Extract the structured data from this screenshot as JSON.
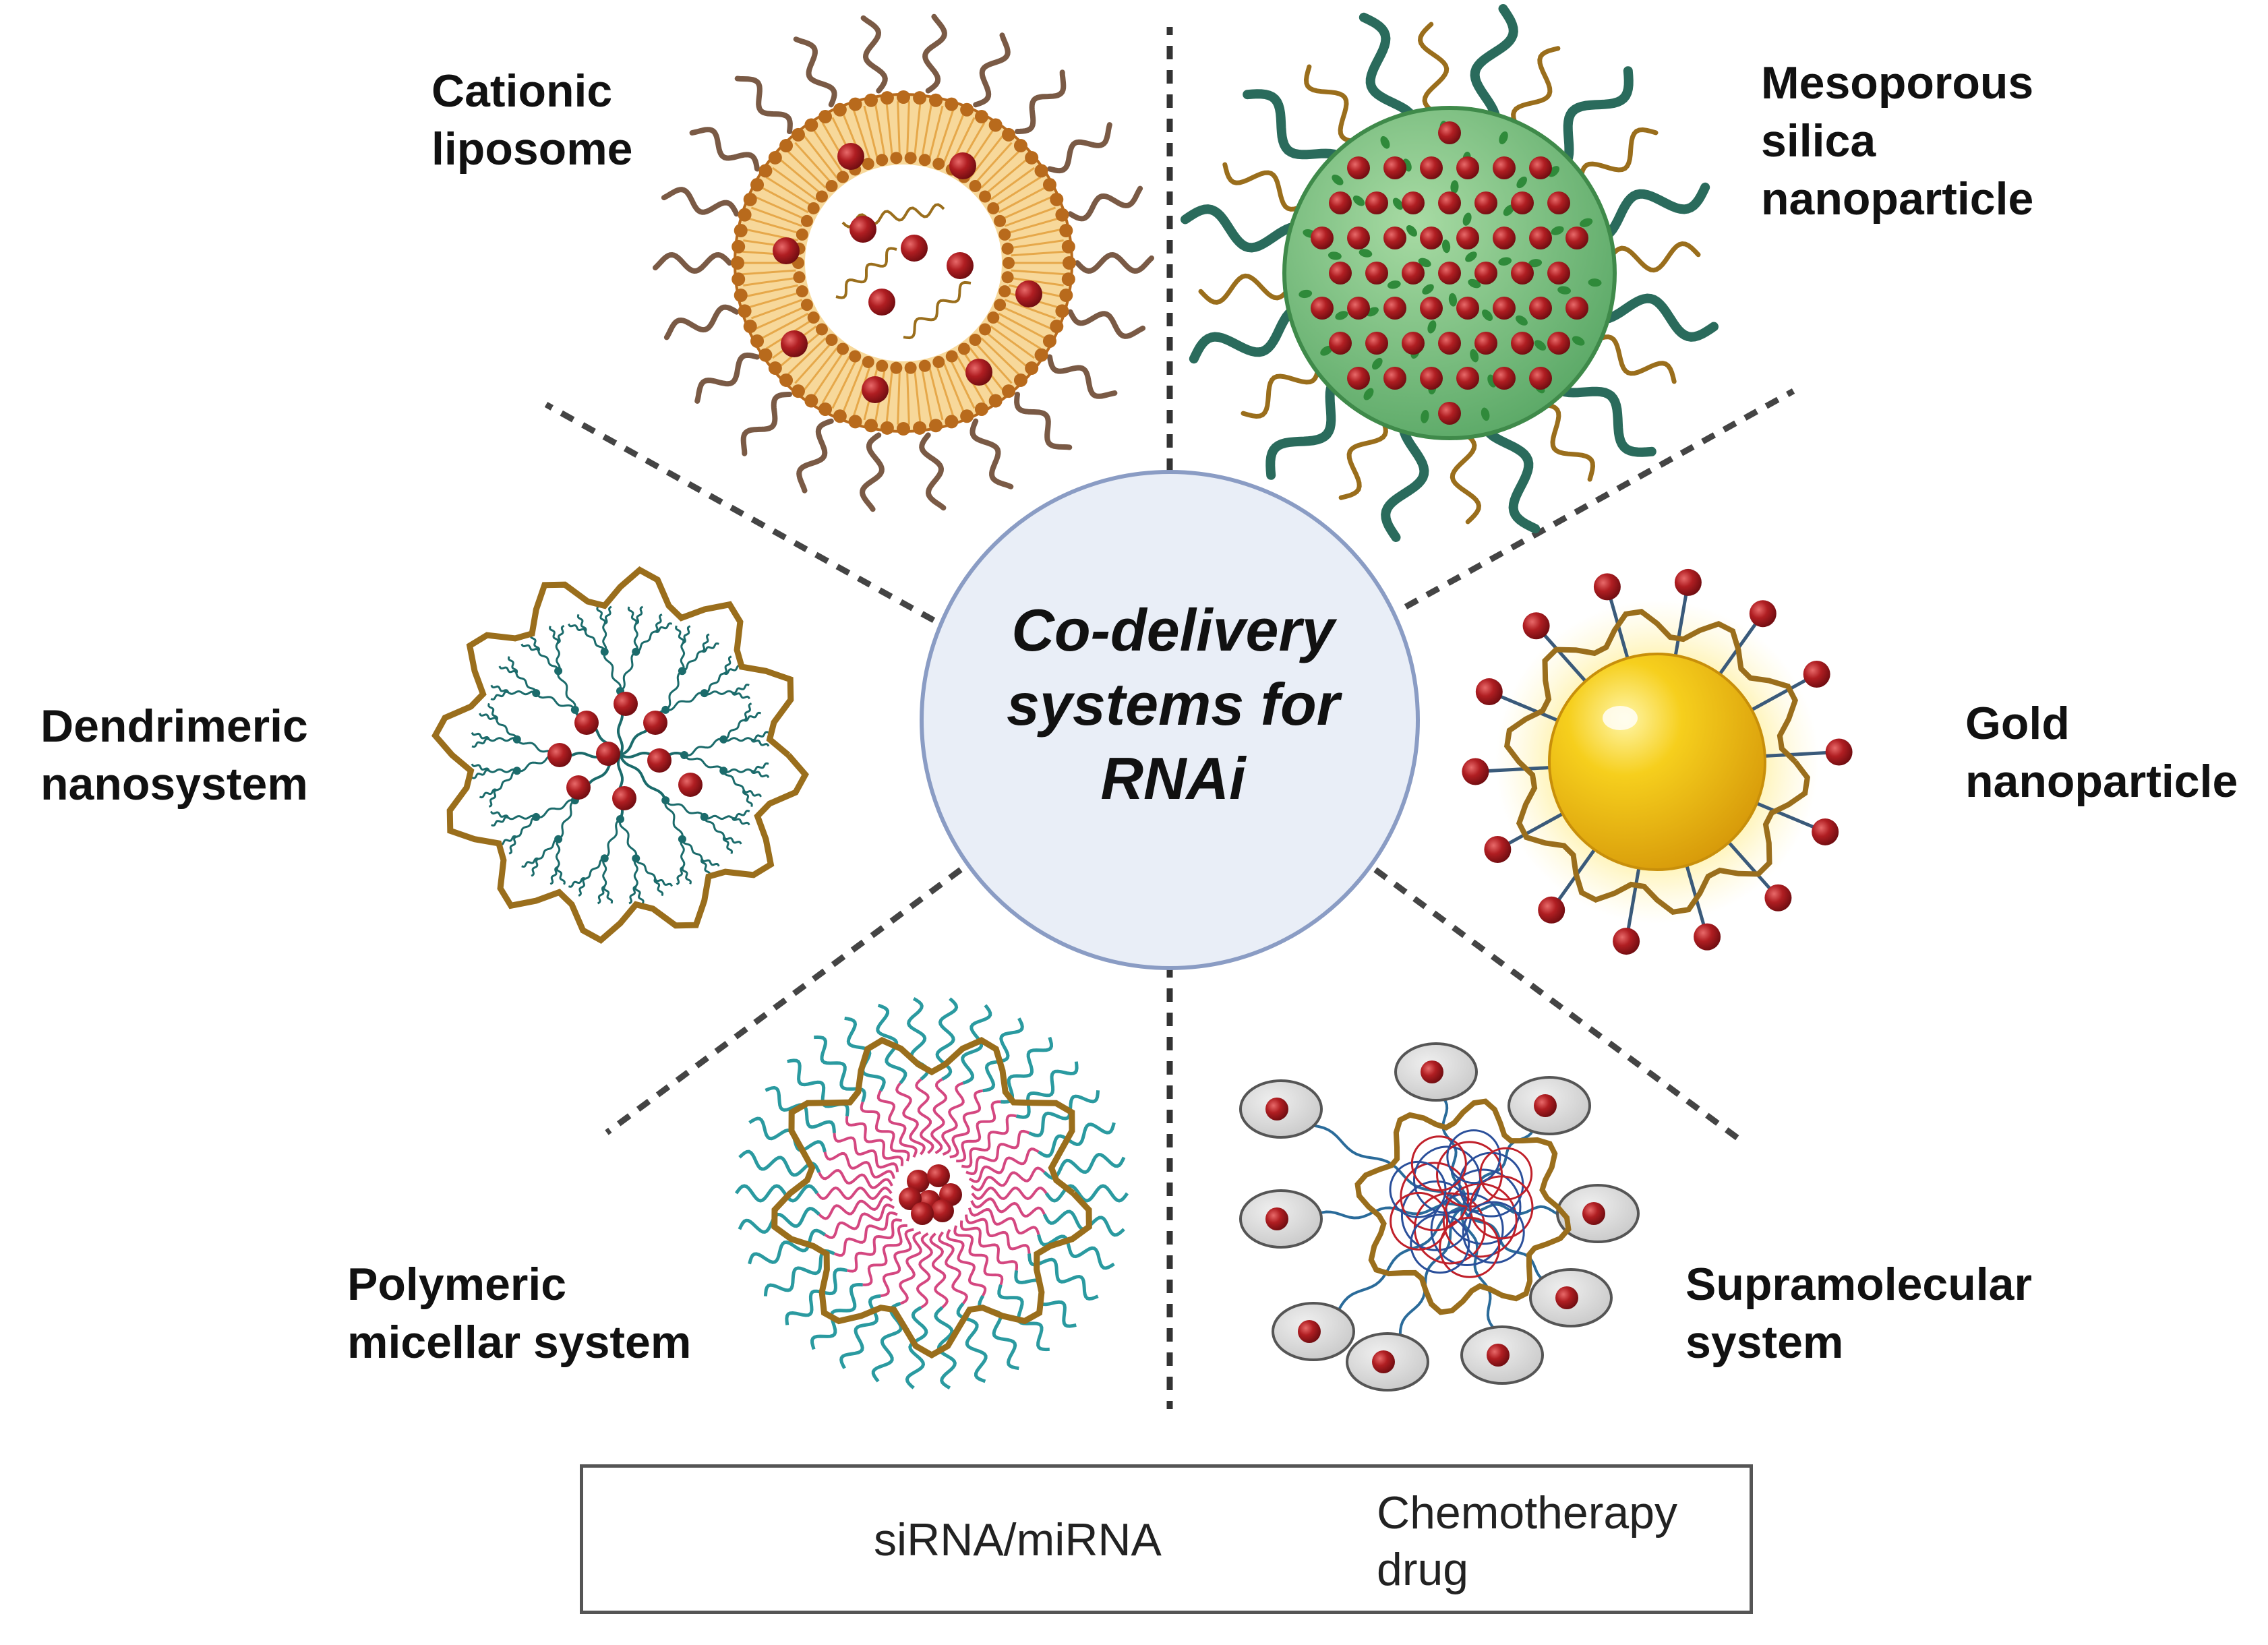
{
  "center": {
    "title_line1": "Co-delivery",
    "title_line2": "systems for",
    "title_line3": "RNAi"
  },
  "systems": {
    "cationic_liposome": {
      "line1": "Cationic",
      "line2": "liposome"
    },
    "mesoporous_silica": {
      "line1": "Mesoporous",
      "line2": "silica",
      "line3": "nanoparticle"
    },
    "dendrimeric": {
      "line1": "Dendrimeric",
      "line2": "nanosystem"
    },
    "gold": {
      "line1": "Gold",
      "line2": "nanoparticle"
    },
    "polymeric_micellar": {
      "line1": "Polymeric",
      "line2": "micellar system"
    },
    "supramolecular": {
      "line1": "Supramolecular",
      "line2": "system"
    }
  },
  "legend": {
    "sirna_label": "siRNA/miRNA",
    "drug_line1": "Chemotherapy",
    "drug_line2": "drug"
  },
  "colors": {
    "sirna": "#9a6e1c",
    "drug": "#b01e22",
    "center_fill": "#e9eef7",
    "center_stroke": "#8a9cc4",
    "liposome": "#c07a24",
    "silica": "#66b36b",
    "gold": "#f2c21a",
    "dendrimer": "#1b6b6b",
    "micelle_core": "#d44780",
    "micelle_shell": "#2a9aa0",
    "supra_cell": "#d2d2d2"
  }
}
